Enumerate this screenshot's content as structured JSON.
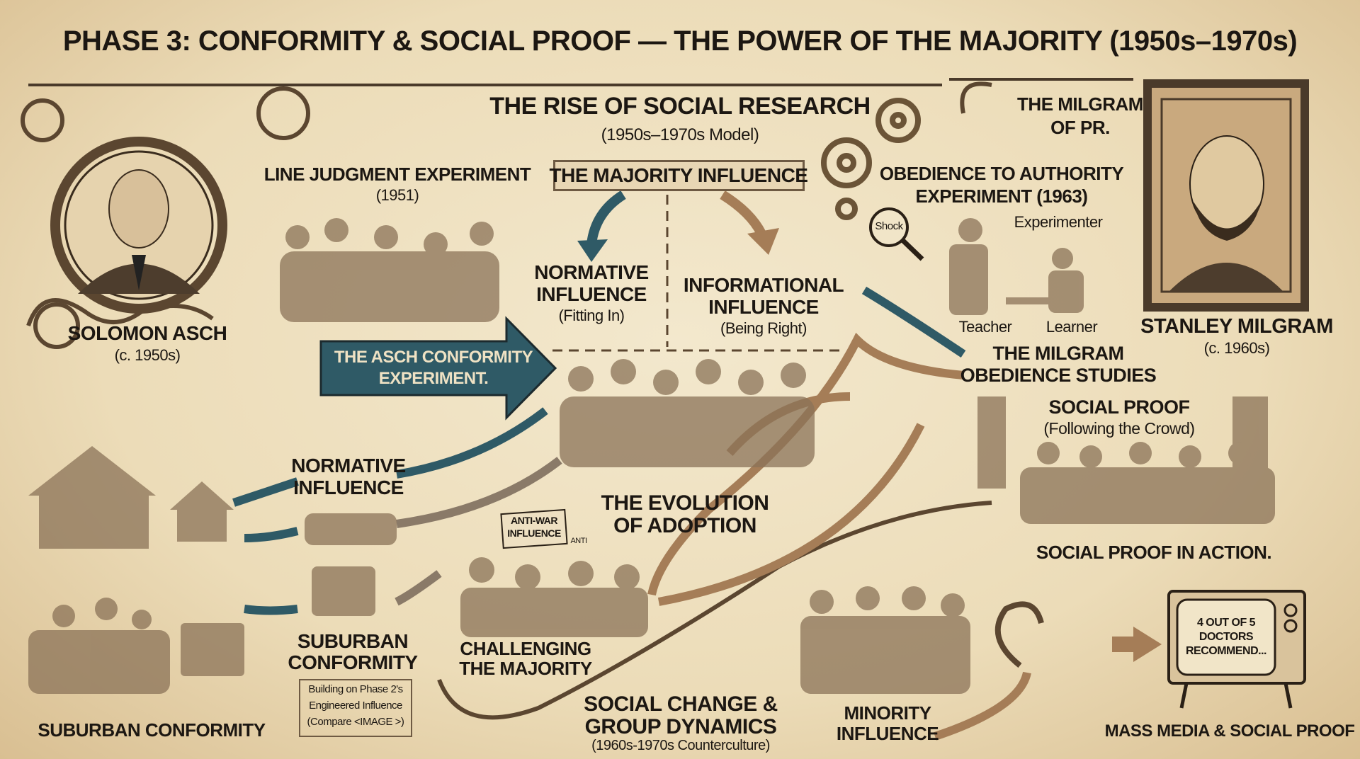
{
  "title": "PHASE 3: CONFORMITY & SOCIAL PROOF — THE POWER OF THE MAJORITY (1950s–1970s)",
  "center": {
    "heading": "THE RISE OF SOCIAL RESEARCH",
    "subheading": "(1950s–1970s Model)",
    "majority_box": "THE MAJORITY INFLUENCE",
    "normative": {
      "title1": "NORMATIVE",
      "title2": "INFLUENCE",
      "sub": "(Fitting In)"
    },
    "informational": {
      "title1": "INFORMATIONAL",
      "title2": "INFLUENCE",
      "sub": "(Being Right)"
    },
    "evolution1": "THE EVOLUTION",
    "evolution2": "OF ADOPTION"
  },
  "asch": {
    "experiment_title": "LINE JUDGMENT EXPERIMENT",
    "experiment_year": "(1951)",
    "name": "SOLOMON ASCH",
    "date": "(c. 1950s)",
    "arrow1": "THE ASCH CONFORMITY",
    "arrow2": "EXPERIMENT."
  },
  "milgram": {
    "banner1": "THE MILGRAM",
    "banner2": "OF PR.",
    "experiment1": "OBEDIENCE TO AUTHORITY",
    "experiment2": "EXPERIMENT (1963)",
    "shock": "Shock",
    "experimenter": "Experimenter",
    "teacher": "Teacher",
    "learner": "Learner",
    "name": "STANLEY MILGRAM",
    "date": "(c. 1960s)",
    "studies1": "THE MILGRAM",
    "studies2": "OBEDIENCE STUDIES"
  },
  "social_proof": {
    "title": "SOCIAL PROOF",
    "sub": "(Following the Crowd)",
    "caption": "SOCIAL PROOF IN ACTION."
  },
  "left": {
    "normative1": "NORMATIVE",
    "normative2": "INFLUENCE",
    "suburban1": "SUBURBAN",
    "suburban2": "CONFORMITY",
    "note1": "Building on Phase 2's",
    "note2": "Engineered Influence",
    "note3": "(Compare <IMAGE >)",
    "bottom": "SUBURBAN CONFORMITY"
  },
  "bottom": {
    "sign1a": "ANTI-WAR",
    "sign1b": "INFLUENCE",
    "sign2": "ANTI",
    "challenging1": "CHALLENGING",
    "challenging2": "THE MAJORITY",
    "change1": "SOCIAL CHANGE &",
    "change2": "GROUP DYNAMICS",
    "change_sub": "(1960s-1970s Counterculture)",
    "minority1": "MINORITY",
    "minority2": "INFLUENCE",
    "tv1": "4 OUT OF 5",
    "tv2": "DOCTORS",
    "tv3": "RECOMMEND...",
    "mass_media": "MASS MEDIA & SOCIAL PROOF"
  },
  "colors": {
    "teal": "#2f5a66",
    "tan": "#a57d57",
    "ink": "#1c1712",
    "paper": "#efe2c4"
  }
}
